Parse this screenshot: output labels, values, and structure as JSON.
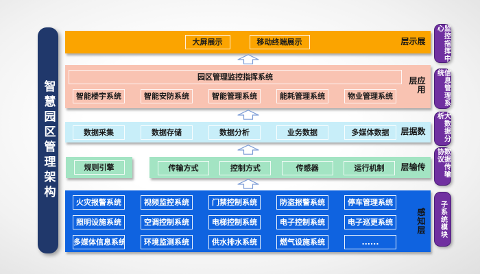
{
  "page_title": "智慧园区管理架构",
  "layers": {
    "display": {
      "label": "展示层",
      "items": [
        "大屏展示",
        "移动终端展示"
      ]
    },
    "application": {
      "label": "应用层",
      "main_item": "园区管理监控指挥系统",
      "items": [
        "智能楼宇系统",
        "智能安防系统",
        "智能管理系统",
        "能耗管理系统",
        "物业管理系统"
      ]
    },
    "data": {
      "label": "数据层",
      "items": [
        "数据采集",
        "数据存储",
        "数据分析",
        "业务数据",
        "多媒体数据"
      ]
    },
    "transport": {
      "label": "传输层",
      "engine_item": "规则引擎",
      "items": [
        "传输方式",
        "控制方式",
        "传感器",
        "运行机制"
      ]
    },
    "perception": {
      "label": "感知层",
      "items": [
        "火灾报警系统",
        "视频监控系统",
        "门禁控制系统",
        "防盗报警系统",
        "停车管理系统",
        "照明设施系统",
        "空调控制系统",
        "电梯控制系统",
        "电子控制系统",
        "电子巡更系统",
        "多媒体信息系统",
        "环境监测系统",
        "供水排水系统",
        "燃气设施系统",
        "......"
      ]
    }
  },
  "side_modules": [
    "监控指挥中心",
    "信息管理系统",
    "大数据分析",
    "数据传输协议",
    "子系统模块"
  ],
  "colors": {
    "display_layer": "#FBA400",
    "application_layer": "#F9C3B2",
    "data_layer": "#C8EEF9",
    "transport_layer": "#A3E4C3",
    "perception_layer": "#0F63E0",
    "title_bar": "#20386B",
    "side_module": "#7030A0",
    "arrow_outline": "#7C9CD6"
  }
}
